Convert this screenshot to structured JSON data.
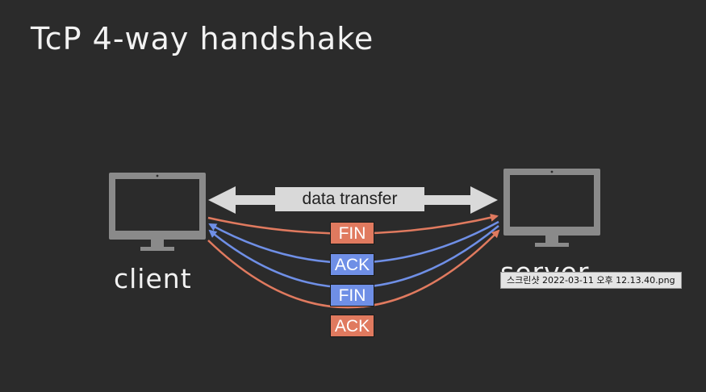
{
  "title": "TcP 4-way handshake",
  "data_transfer_label": "data transfer",
  "client_label": "client",
  "server_label": "server",
  "tooltip": "스크린샷 2022-03-11 오후 12.13.40.png",
  "messages": [
    {
      "label": "FIN",
      "direction": "client-to-server",
      "color": "#e07a5f"
    },
    {
      "label": "ACK",
      "direction": "server-to-client",
      "color": "#6f8fe6"
    },
    {
      "label": "FIN",
      "direction": "server-to-client",
      "color": "#6f8fe6"
    },
    {
      "label": "ACK",
      "direction": "client-to-server",
      "color": "#e07a5f"
    }
  ],
  "colors": {
    "background": "#2b2b2b",
    "monitor": "#8a8a8a",
    "client_to_server": "#e07a5f",
    "server_to_client": "#6f8fe6",
    "data_arrow": "#d9d9d9"
  },
  "icons": [
    "client-monitor-icon",
    "server-monitor-icon"
  ]
}
